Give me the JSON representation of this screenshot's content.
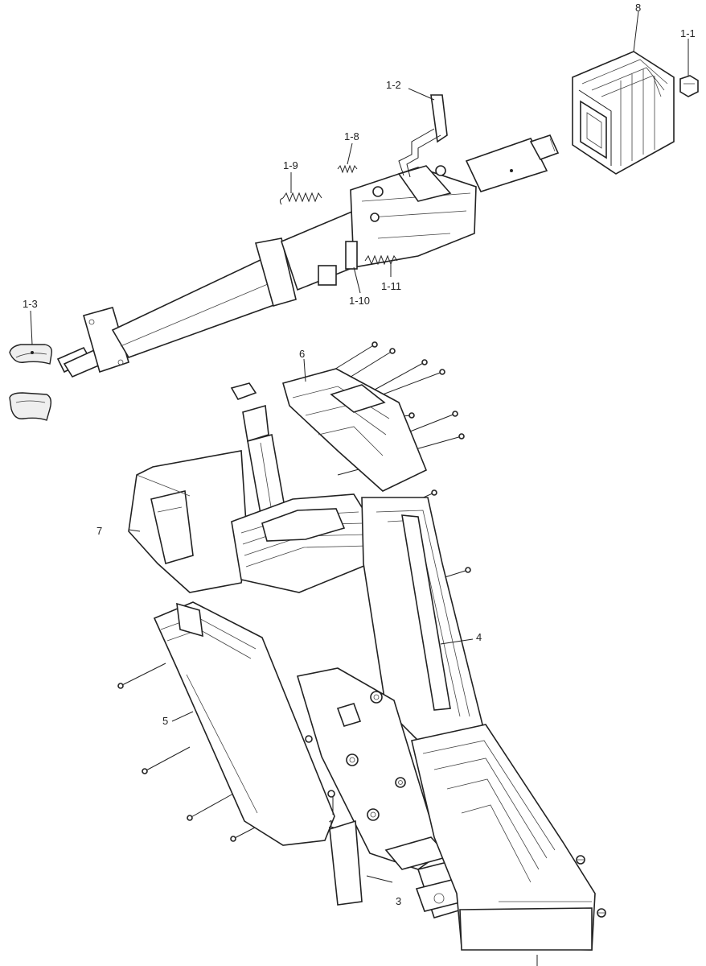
{
  "labels": {
    "p8": "8",
    "p1_1": "1-1",
    "p1_2": "1-2",
    "p1_8": "1-8",
    "p1_9": "1-9",
    "p1_10": "1-10",
    "p1_11": "1-11",
    "p1_3": "1-3",
    "p6": "6",
    "p7": "7",
    "p4": "4",
    "p5": "5",
    "p1": "1",
    "p3": "3"
  }
}
